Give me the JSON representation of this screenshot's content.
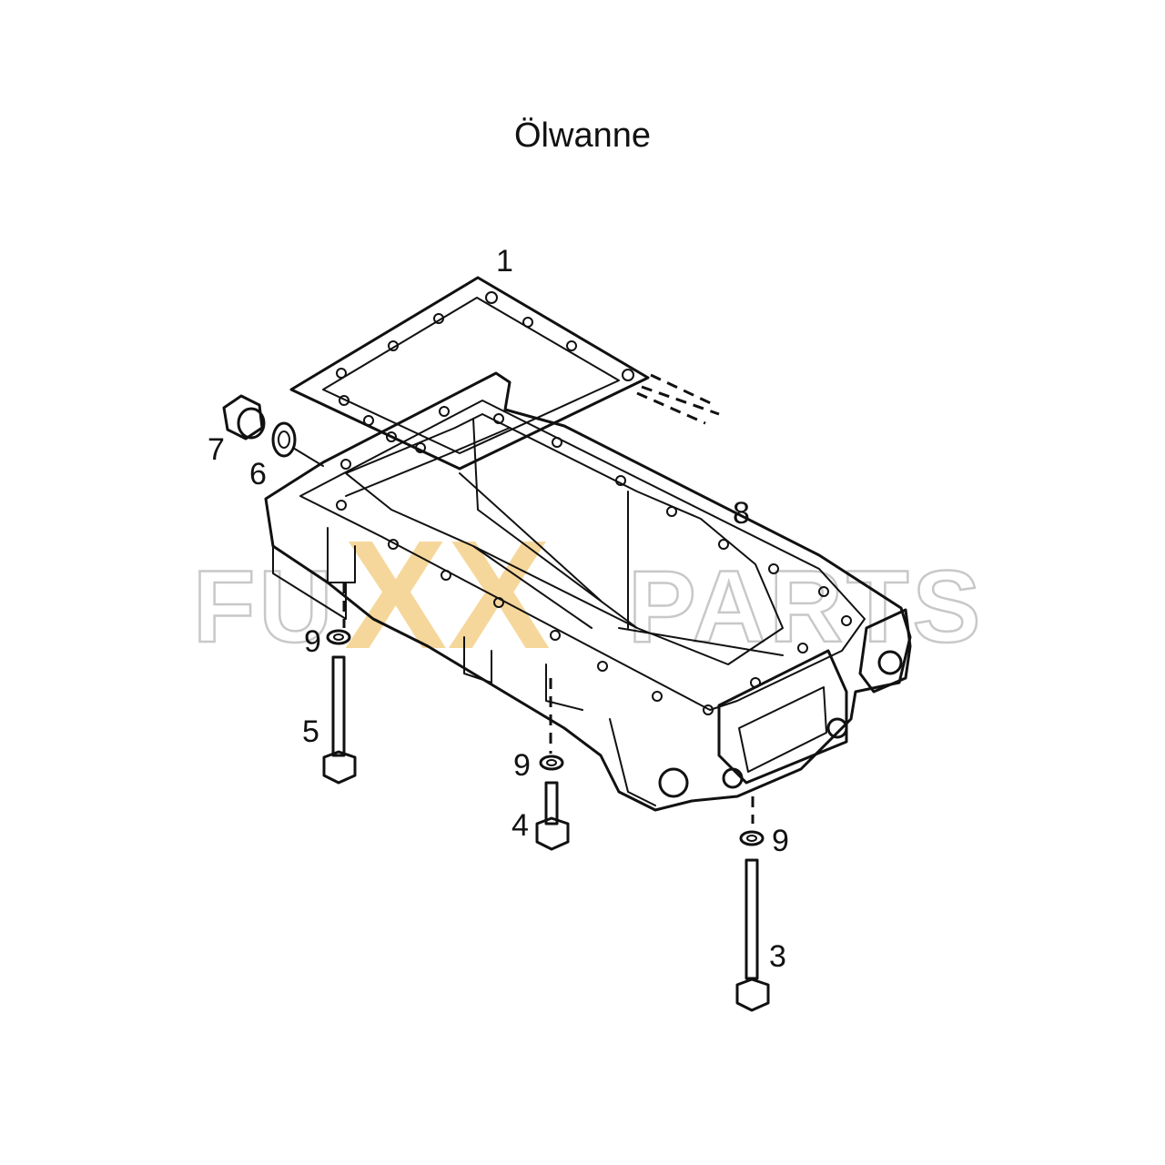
{
  "title": "Ölwanne",
  "callouts": {
    "c1": "1",
    "c3": "3",
    "c4": "4",
    "c5": "5",
    "c6": "6",
    "c7": "7",
    "c8": "8",
    "c9a": "9",
    "c9b": "9",
    "c9c": "9"
  },
  "watermark": {
    "left": "FU",
    "x": "XX",
    "right": "PARTS",
    "accent_color": "#f0b84a",
    "outline_color": "#c8c8c8"
  }
}
